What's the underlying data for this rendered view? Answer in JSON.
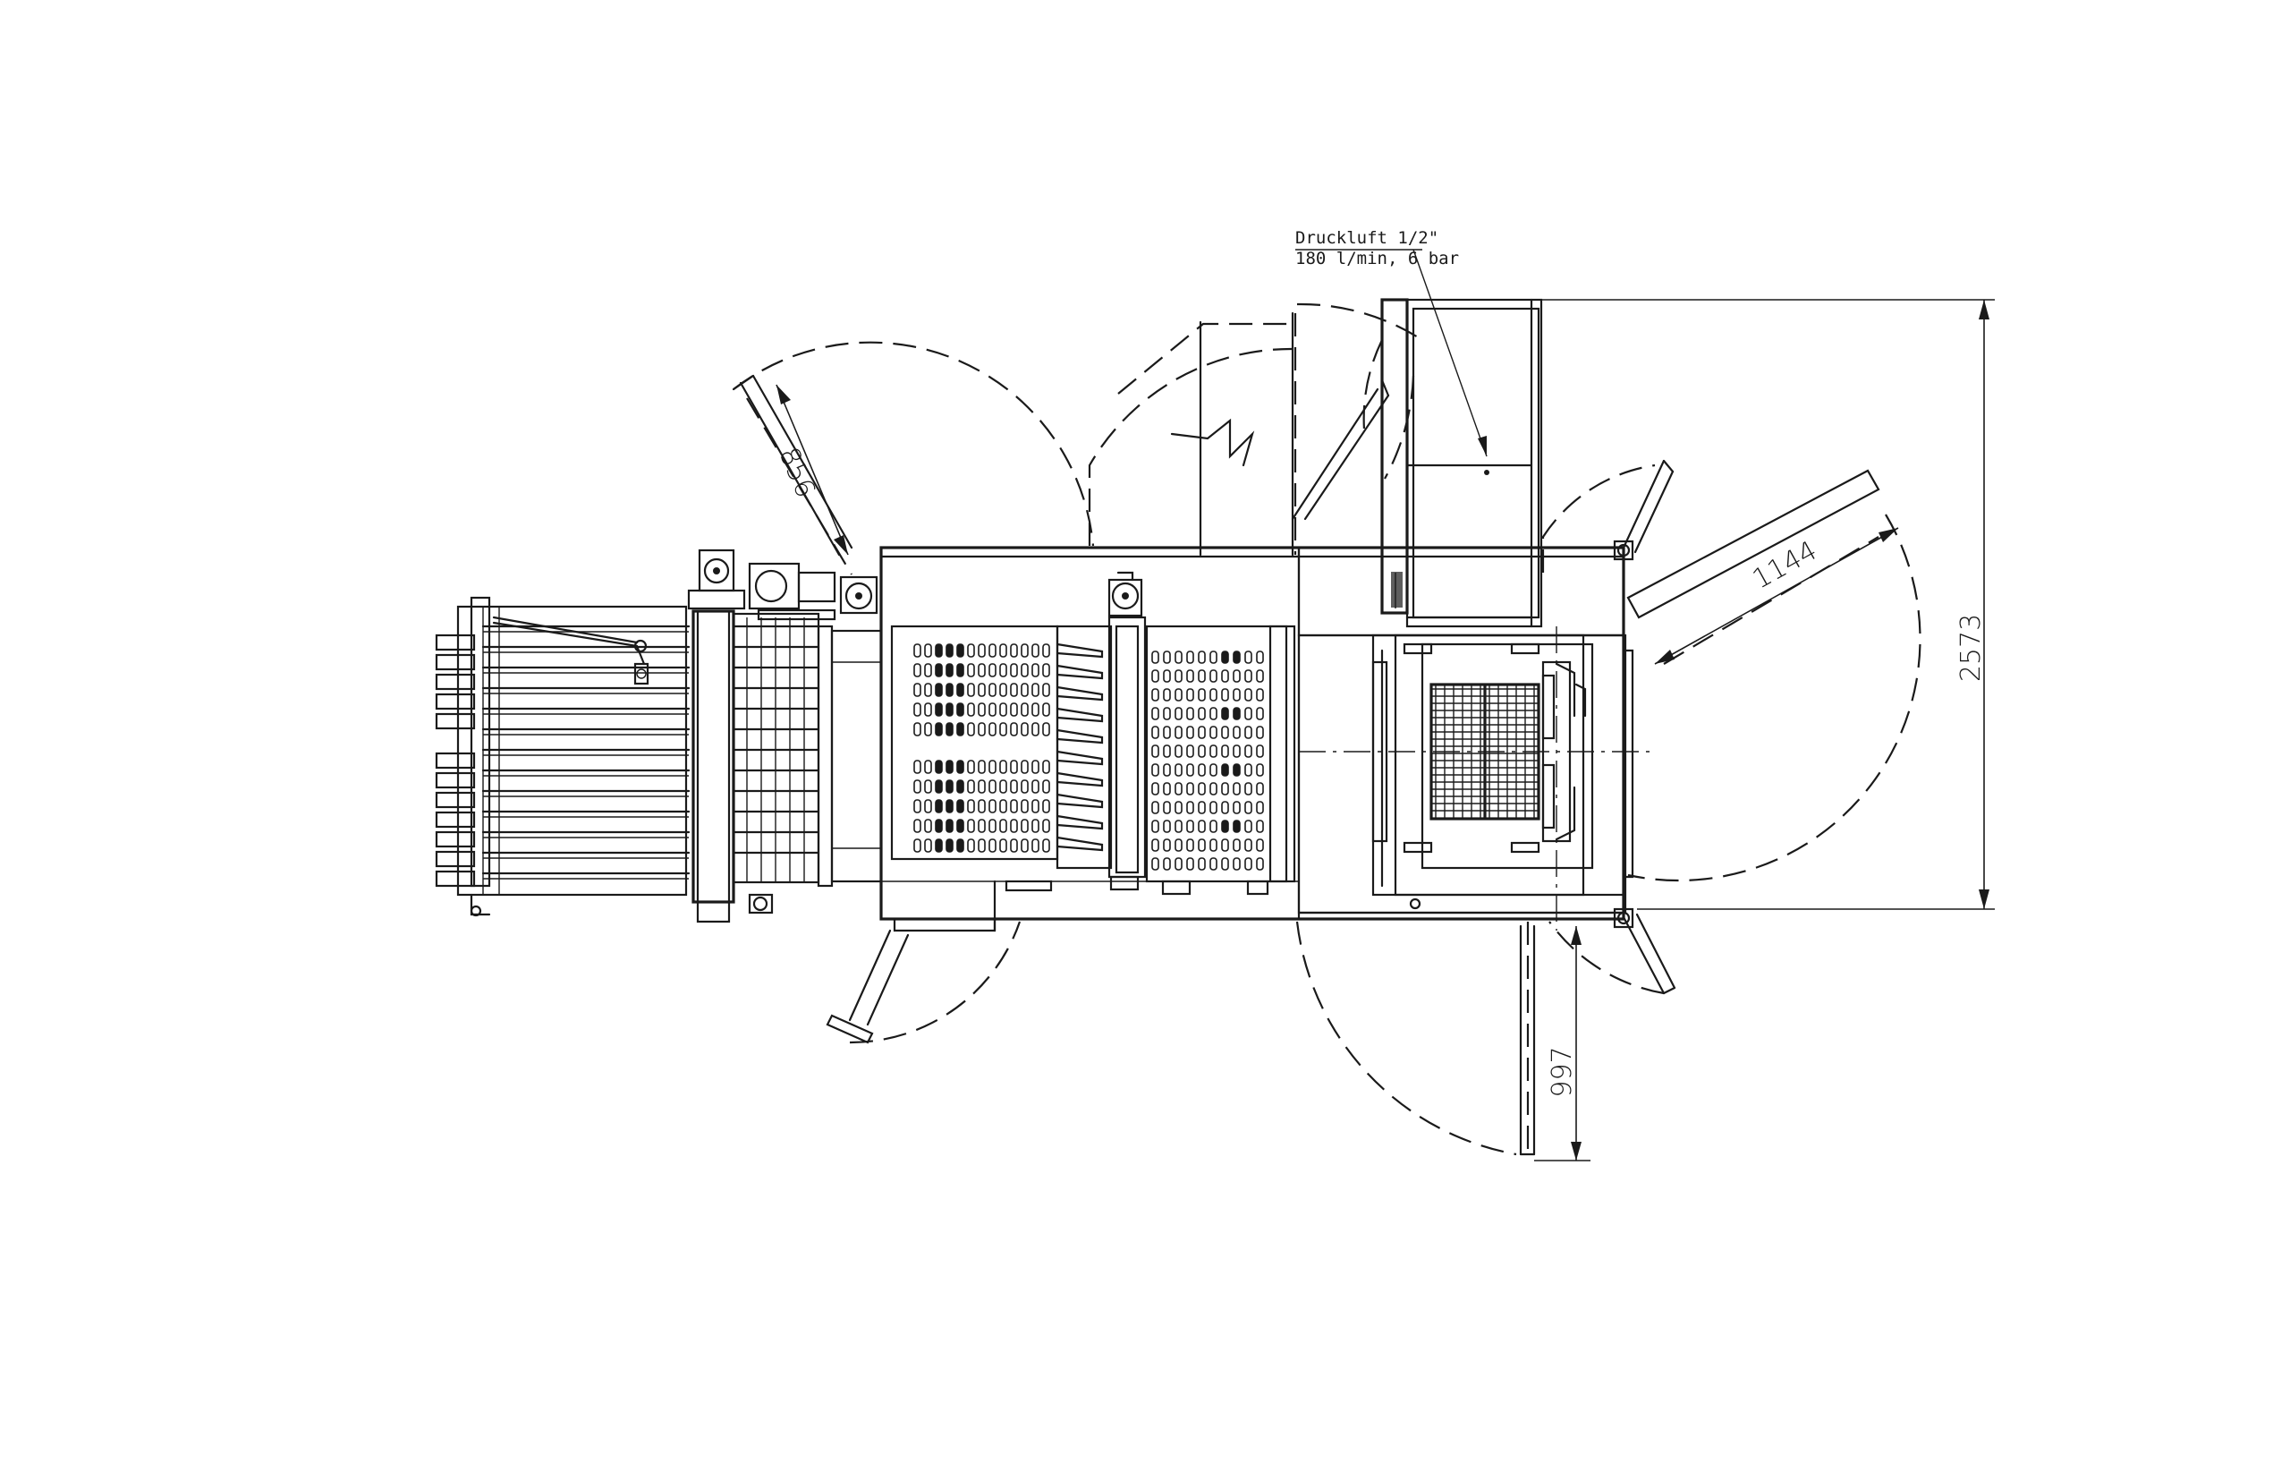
{
  "diagram": {
    "annotations": {
      "air_line1": "Druckluft 1/2\"",
      "air_line2": "180 l/min, 6 bar"
    },
    "dimensions": {
      "overall_depth": "2573",
      "door_swing_left": "856",
      "door_swing_right": "1144",
      "door_swing_bottom": "997"
    }
  }
}
